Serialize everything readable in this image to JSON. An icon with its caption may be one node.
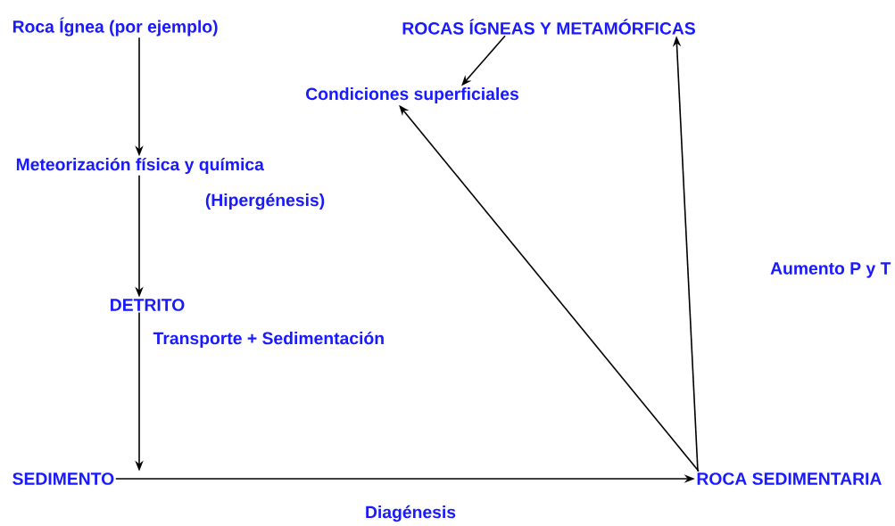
{
  "diagram": {
    "nodes": [
      {
        "text": [
          "Roca Ígnea (por ejemplo)"
        ]
      },
      {
        "text": [
          "ROCAS ÍGNEAS Y METAMÓRFICAS"
        ]
      },
      {
        "text": [
          "Condiciones superficiales"
        ]
      },
      {
        "text": [
          "Meteorización física y química",
          "(Hipergénesis)"
        ]
      },
      {
        "text": [
          "DETRITO"
        ]
      },
      {
        "text": [
          "SEDIMENTO"
        ]
      },
      {
        "text": [
          "ROCA SEDIMENTARIA"
        ]
      }
    ],
    "edges": [
      {
        "from": 0,
        "to": 3,
        "arrow": "to"
      },
      {
        "from": 3,
        "to": 4,
        "arrow": "to"
      },
      {
        "from": 4,
        "to": 5,
        "arrow": "to",
        "label": "Transporte + Sedimentación"
      },
      {
        "from": 5,
        "to": 6,
        "arrow": "to",
        "label": "Diagénesis"
      },
      {
        "from": 6,
        "to": 2,
        "arrow": "to"
      },
      {
        "from": 6,
        "to": 1,
        "arrow": "to",
        "label": "Aumento P y T"
      },
      {
        "from": 1,
        "to": 2,
        "arrow": "to"
      }
    ]
  }
}
